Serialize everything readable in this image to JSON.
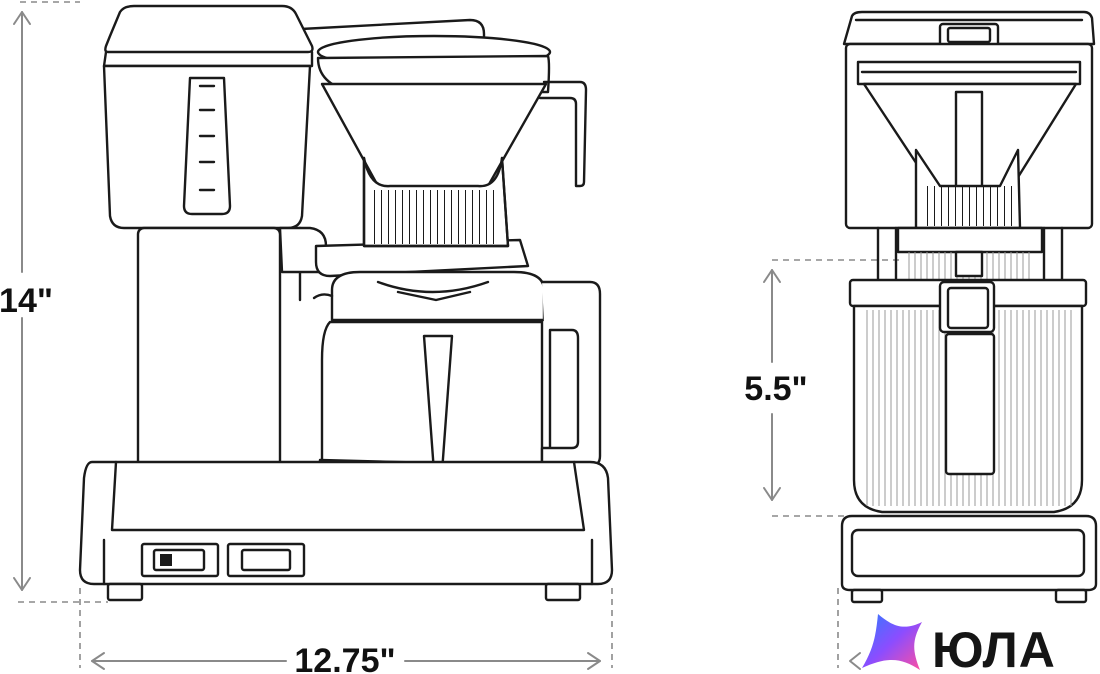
{
  "dimensions": {
    "height": "14\"",
    "width": "12.75\"",
    "carafe_height": "5.5\""
  },
  "watermark": {
    "brand": "ЮЛА",
    "icon": "four-point-star-gradient-icon"
  },
  "colors": {
    "line": "#1a1a1a",
    "dimension": "#8a8a8a",
    "logo_gradient": [
      "#2f7bff",
      "#8b4dff",
      "#ff4fa0"
    ]
  }
}
